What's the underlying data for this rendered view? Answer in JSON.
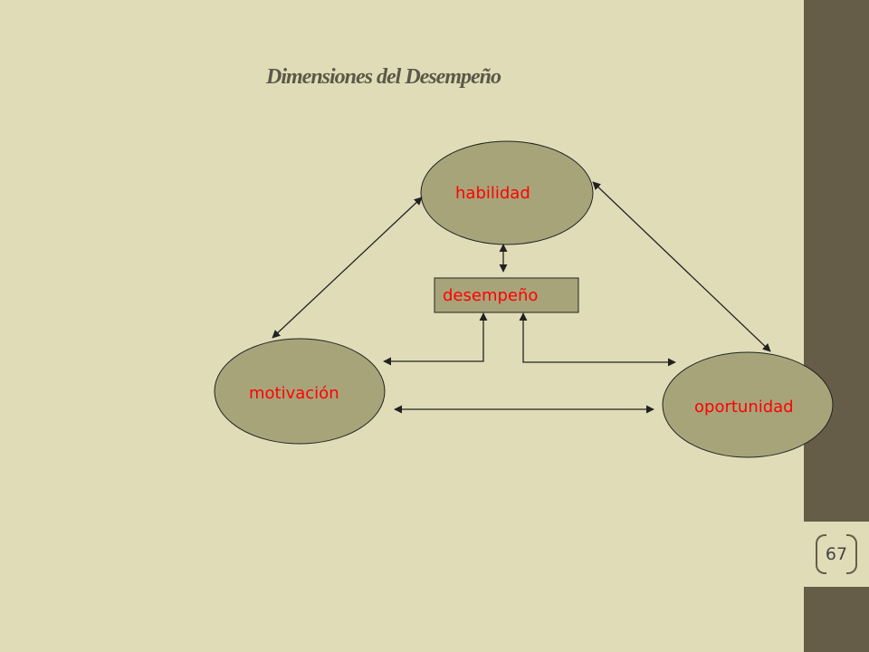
{
  "slide": {
    "title": "Dimensiones del Desempeño",
    "page_number": "67"
  },
  "diagram": {
    "nodes": {
      "habilidad": "habilidad",
      "desempeno": "desempeño",
      "motivacion": "motivación",
      "oportunidad": "oportunidad"
    }
  },
  "colors": {
    "background": "#e1dcb8",
    "sidebar": "#655d48",
    "node_fill": "#a8a47a",
    "label_text": "#ff0000",
    "title_text": "#5b5848"
  }
}
